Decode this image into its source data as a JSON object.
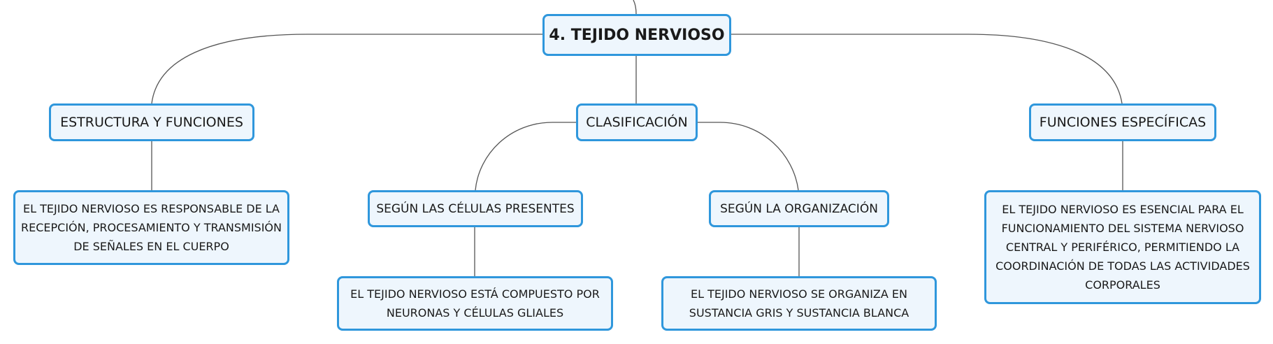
{
  "diagram": {
    "root": {
      "label": "4. TEJIDO NERVIOSO"
    },
    "topics": [
      {
        "label": "ESTRUCTURA Y FUNCIONES"
      },
      {
        "label": "CLASIFICACIÓN"
      },
      {
        "label": "FUNCIONES ESPECÍFICAS"
      }
    ],
    "subtopics": [
      {
        "label": "SEGÚN LAS CÉLULAS PRESENTES"
      },
      {
        "label": "SEGÚN LA ORGANIZACIÓN"
      }
    ],
    "details": [
      {
        "text": "EL TEJIDO NERVIOSO ES RESPONSABLE DE LA RECEPCIÓN, PROCESAMIENTO Y TRANSMISIÓN DE SEÑALES EN EL CUERPO"
      },
      {
        "text": "EL TEJIDO NERVIOSO ESTÁ COMPUESTO POR NEURONAS Y CÉLULAS GLIALES"
      },
      {
        "text": "EL TEJIDO NERVIOSO SE ORGANIZA EN SUSTANCIA GRIS Y SUSTANCIA BLANCA"
      },
      {
        "text": "EL TEJIDO NERVIOSO ES ESENCIAL PARA EL FUNCIONAMIENTO DEL SISTEMA NERVIOSO CENTRAL Y PERIFÉRICO, PERMITIENDO LA COORDINACIÓN DE TODAS LAS ACTIVIDADES CORPORALES"
      }
    ]
  },
  "colors": {
    "node_border": "#2f97dc",
    "node_fill": "#eef6fd",
    "connector": "#555555"
  }
}
